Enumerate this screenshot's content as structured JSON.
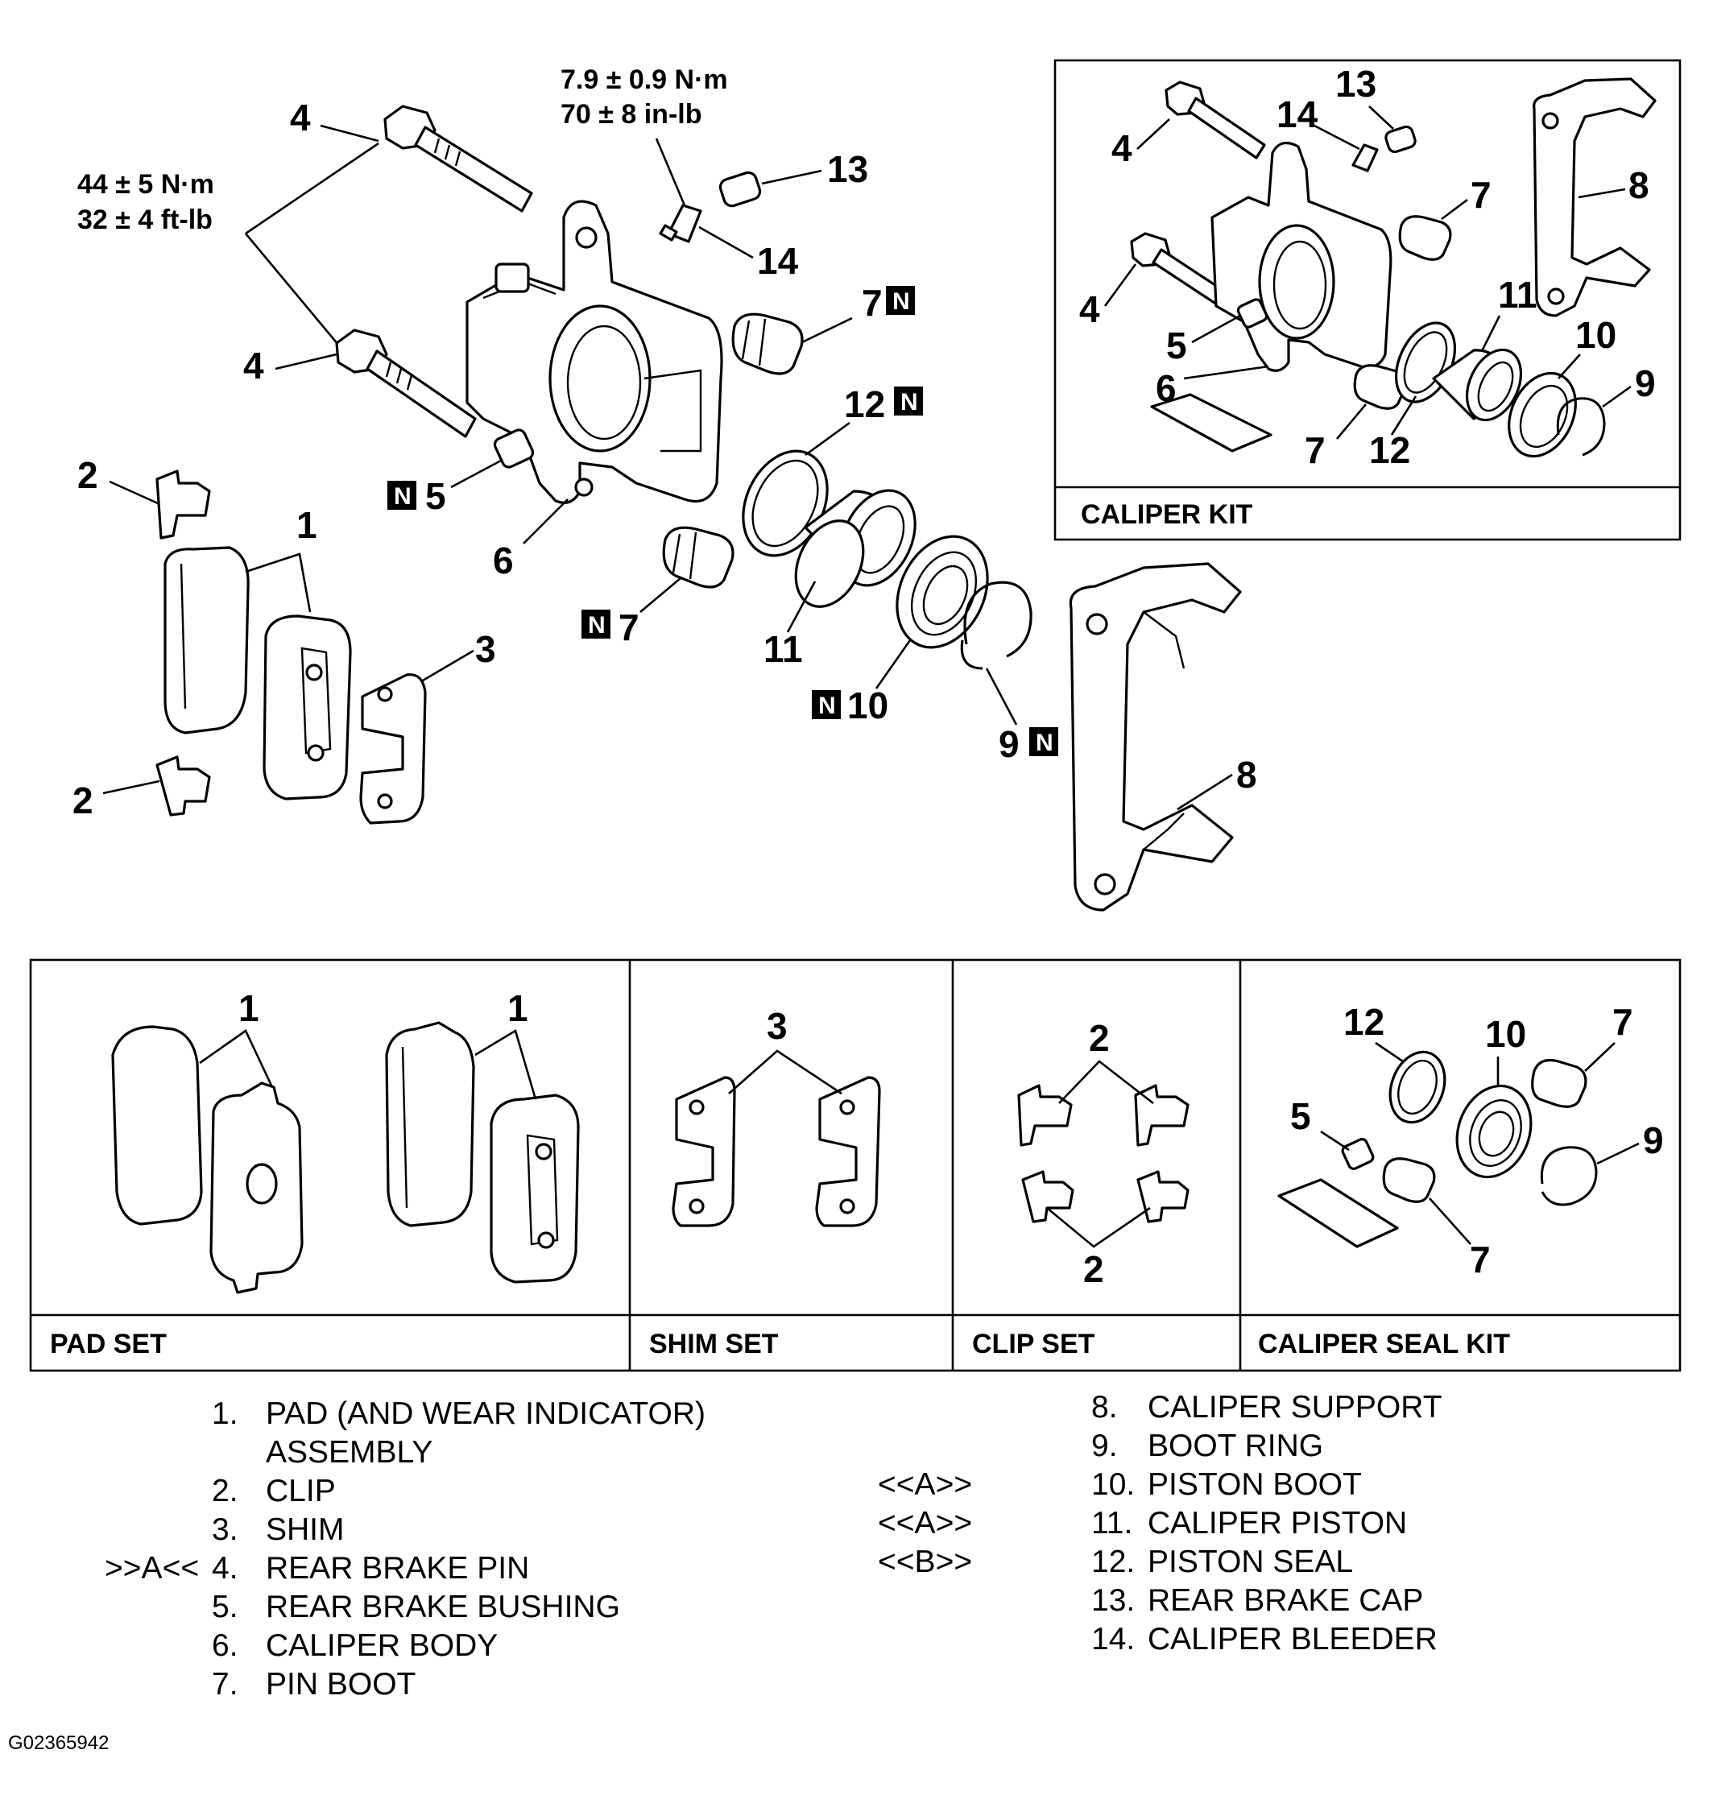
{
  "torque": {
    "pin_nm": "44 ± 5 N·m",
    "pin_ftlb": "32 ± 4 ft-lb",
    "bleeder_nm": "7.9 ± 0.9 N·m",
    "bleeder_inlb": "70 ± 8 in-lb"
  },
  "callouts": {
    "n1": "1",
    "n2": "2",
    "n3": "3",
    "n4": "4",
    "n5": "5",
    "n6": "6",
    "n7": "7",
    "n8": "8",
    "n9": "9",
    "n10": "10",
    "n11": "11",
    "n12": "12",
    "n13": "13",
    "n14": "14",
    "n_badge": "N"
  },
  "kits": {
    "caliper_kit": "CALIPER KIT",
    "pad_set": "PAD SET",
    "shim_set": "SHIM SET",
    "clip_set": "CLIP SET",
    "caliper_seal_kit": "CALIPER SEAL KIT"
  },
  "legend": {
    "left": [
      {
        "num": "1.",
        "text": "PAD (AND WEAR INDICATOR)",
        "note": ""
      },
      {
        "num": "",
        "text": "ASSEMBLY",
        "note": ""
      },
      {
        "num": "2.",
        "text": "CLIP",
        "note": ""
      },
      {
        "num": "3.",
        "text": "SHIM",
        "note": ""
      },
      {
        "num": "4.",
        "text": "REAR BRAKE PIN",
        "note": ">>A<<"
      },
      {
        "num": "5.",
        "text": "REAR BRAKE BUSHING",
        "note": ""
      },
      {
        "num": "6.",
        "text": "CALIPER BODY",
        "note": ""
      },
      {
        "num": "7.",
        "text": "PIN BOOT",
        "note": ""
      }
    ],
    "right": [
      {
        "num": "8.",
        "text": "CALIPER SUPPORT",
        "note": ""
      },
      {
        "num": "9.",
        "text": "BOOT RING",
        "note": ""
      },
      {
        "num": "10.",
        "text": "PISTON BOOT",
        "note": "<<A>>"
      },
      {
        "num": "11.",
        "text": "CALIPER PISTON",
        "note": "<<A>>"
      },
      {
        "num": "12.",
        "text": "PISTON SEAL",
        "note": "<<B>>"
      },
      {
        "num": "13.",
        "text": "REAR BRAKE CAP",
        "note": ""
      },
      {
        "num": "14.",
        "text": "CALIPER BLEEDER",
        "note": ""
      }
    ]
  },
  "figure_id": "G02365942"
}
